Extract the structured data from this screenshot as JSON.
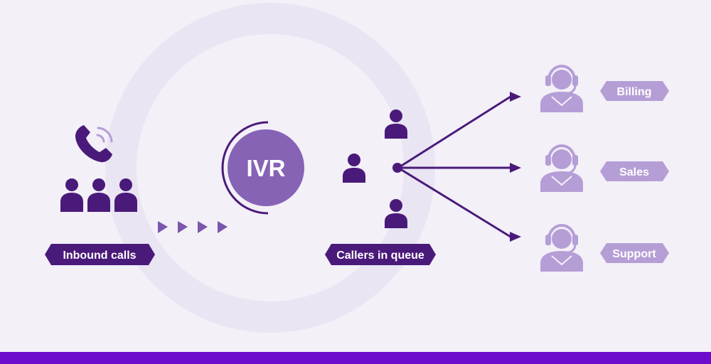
{
  "colors": {
    "background": "#f3f0f8",
    "ring": "#e9e5f3",
    "dark_purple": "#4a1a7a",
    "ivr_circle": "#8763b6",
    "agent_purple": "#b59ed6",
    "bottom_bar": "#6a0dcc",
    "white": "#ffffff"
  },
  "source": {
    "label": "Inbound calls",
    "icons": [
      "phone-icon",
      "caller-icon",
      "caller-icon",
      "caller-icon"
    ]
  },
  "ivr": {
    "label": "IVR"
  },
  "queue": {
    "label": "Callers in queue",
    "callers": 3
  },
  "agents": [
    {
      "label": "Billing",
      "icon": "headset-agent-icon"
    },
    {
      "label": "Sales",
      "icon": "headset-agent-icon"
    },
    {
      "label": "Support",
      "icon": "headset-agent-icon"
    }
  ]
}
